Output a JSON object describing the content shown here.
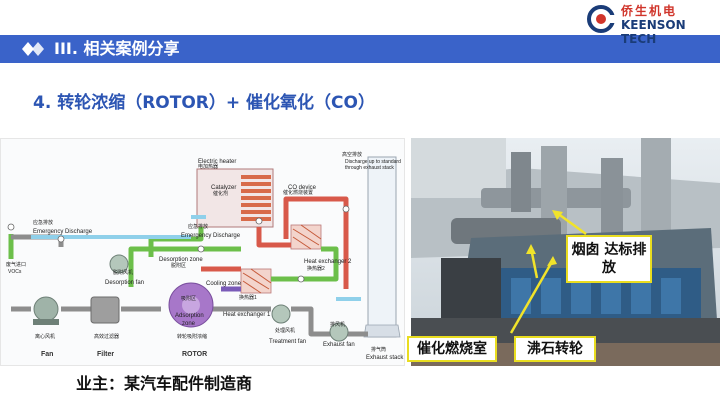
{
  "header": {
    "title": "III.  相关案例分享"
  },
  "logo": {
    "cn": "侨生机电",
    "en": "KEENSON TECH"
  },
  "slide": {
    "subtitle": "4. 转轮浓缩（ROTOR）+ 催化氧化（CO）",
    "owner": "业主：某汽车配件制造商"
  },
  "diagram": {
    "labels": {
      "electric_heater_en": "Electric heater",
      "electric_heater_cn": "电加热器",
      "catalyzer_en": "Catalyzer",
      "catalyzer_cn": "催化剂",
      "co_device_en": "CO device",
      "co_device_cn": "催化燃烧装置",
      "emergency_discharge_cn": "应急排放",
      "emergency_discharge_en": "Emergency Discharge",
      "emergency_discharge2_cn": "应急排放",
      "emergency_discharge2_en": "Emergency Discharge",
      "high_discharge_cn": "高空排放",
      "high_discharge_en1": "Discharge up to standard",
      "high_discharge_en2": "through exhaust stack",
      "exhaust_vocs_cn": "废气进口",
      "exhaust_vocs_en": "VOCs",
      "desorption_fan_cn": "脱附风机",
      "desorption_fan_en": "Desorption fan",
      "desorption_zone_en": "Desorption zone",
      "desorption_zone_cn": "脱附区",
      "cooling_zone_en": "Cooling zone",
      "adsorption_zone_cn": "吸附区",
      "adsorption_zone_en1": "Adsorption",
      "adsorption_zone_en2": "zone",
      "heat_exchanger_2_en": "Heat exchanger 2",
      "heat_exchanger_2_cn": "换热器2",
      "heat_exchanger_1_cn": "换热器1",
      "heat_exchanger_1_en": "Heat exchanger 1",
      "fan_cn": "离心风机",
      "fan_en": "Fan",
      "filter_cn": "高效过滤器",
      "filter_en": "Filter",
      "rotor_cn": "转轮吸附浓缩",
      "rotor_en": "ROTOR",
      "treatment_fan_cn": "处理风机",
      "treatment_fan_en": "Treatment fan",
      "exhaust_fan_cn": "排风机",
      "exhaust_fan_en": "Exhaust fan",
      "exhaust_stack_cn": "排气筒",
      "exhaust_stack_en": "Exhaust stack"
    }
  },
  "photo": {
    "callouts": {
      "chimney": "烟囱 达标排放",
      "catalytic_chamber": "催化燃烧室",
      "zeolite_rotor": "沸石转轮"
    }
  },
  "colors": {
    "header": "#3a63c9",
    "subtitle": "#2c55b3",
    "callout_border": "#e9dd20",
    "logo_red": "#d0352b",
    "logo_blue": "#1a3c78"
  }
}
